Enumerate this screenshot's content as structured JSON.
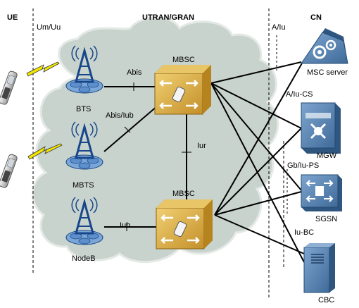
{
  "headers": {
    "ue": "UE",
    "utran": "UTRAN/GRAN",
    "cn": "CN"
  },
  "interfaces": {
    "um_uu": "Um/Uu",
    "a_iu": "A/Iu",
    "abis": "Abis",
    "abis_iub": "Abis/Iub",
    "iur": "Iur",
    "iub": "Iub",
    "a_iu_cs": "A/Iu-CS",
    "gb_iu_ps": "Gb/Iu-PS",
    "iu_bc": "Iu-BC"
  },
  "nodes": {
    "bts": "BTS",
    "mbts": "MBTS",
    "nodeb": "NodeB",
    "mbsc_top": "MBSC",
    "mbsc_bottom": "MBSC",
    "msc_server": "MSC server",
    "mgw": "MGW",
    "sgsn": "SGSN",
    "cbc": "CBC"
  },
  "colors": {
    "cloud": "#c9d3cd",
    "cloud_edge": "#e4e9e6",
    "mbsc_face": "#d8a93c",
    "mbsc_dark": "#a7771c",
    "core_blue": "#5b86b4",
    "core_light": "#8fb0d3",
    "core_dark": "#2f567f",
    "tower_blue": "#17468a",
    "ant_blue": "#7ba6d8",
    "bolt": "#f2e600"
  }
}
